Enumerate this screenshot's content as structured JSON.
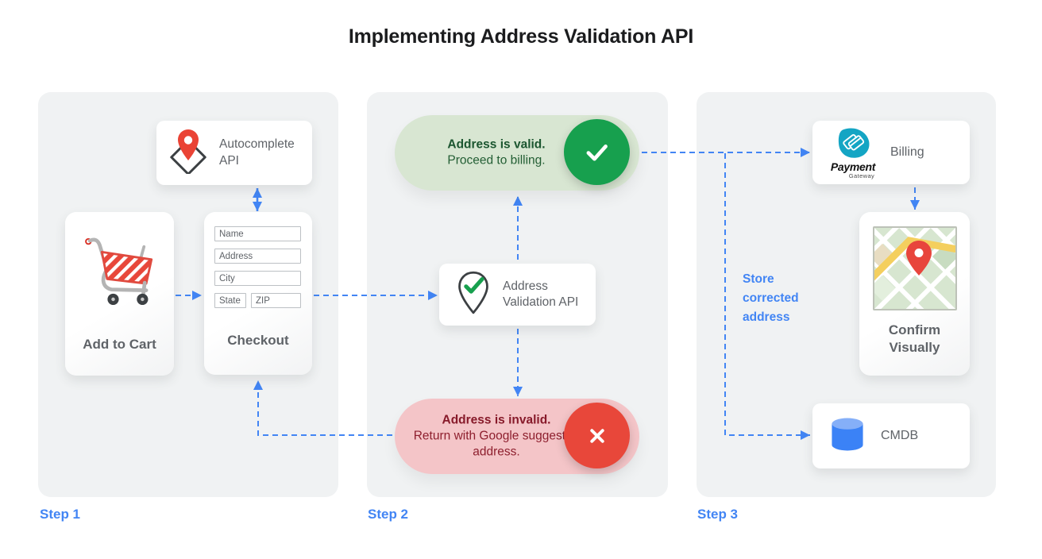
{
  "title": "Implementing Address Validation API",
  "colors": {
    "accent_blue": "#4285f4",
    "success_green": "#17a04e",
    "success_pill_bg": "#d8e6d2",
    "success_text": "#1c5630",
    "error_red": "#e8473a",
    "error_pill_bg": "#f4c5c8",
    "error_text": "#871a2a",
    "panel_bg": "#f0f2f3",
    "label_gray": "#5f6368",
    "pin_red": "#ea4335",
    "payment_teal": "#14a5c4",
    "database_blue": "#3b82f6"
  },
  "steps": {
    "step1": {
      "label": "Step 1",
      "autocomplete_api": {
        "label": "Autocomplete API",
        "icon": "map-pin-diamond-icon"
      },
      "add_to_cart": {
        "label": "Add to Cart",
        "icon": "shopping-cart-icon"
      },
      "checkout": {
        "label": "Checkout",
        "fields": {
          "name": "Name",
          "address": "Address",
          "city": "City",
          "state": "State",
          "zip": "ZIP"
        }
      }
    },
    "step2": {
      "label": "Step 2",
      "valid_result": {
        "title": "Address is valid.",
        "subtitle": "Proceed to billing.",
        "icon": "check-circle-icon"
      },
      "validation_api": {
        "label": "Address Validation API",
        "icon": "map-pin-check-icon"
      },
      "invalid_result": {
        "title": "Address is invalid.",
        "subtitle": "Return with Google suggested address.",
        "icon": "x-circle-icon"
      }
    },
    "step3": {
      "label": "Step 3",
      "billing": {
        "label": "Billing",
        "logo_title": "Payment",
        "logo_subtitle": "Gateway",
        "icon": "payment-gateway-logo"
      },
      "confirm_visually": {
        "label": "Confirm Visually",
        "icon": "map-thumbnail"
      },
      "cmdb": {
        "label": "CMDB",
        "icon": "database-cylinder-icon"
      },
      "store_note": "Store corrected address"
    }
  }
}
